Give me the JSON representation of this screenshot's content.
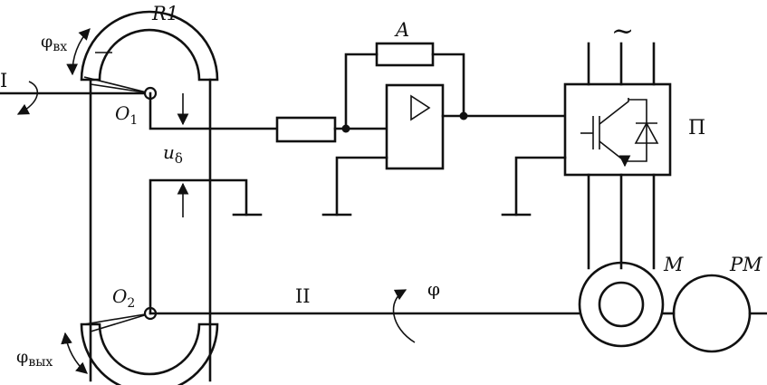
{
  "labels": {
    "r1": "R1",
    "a": "A",
    "ac": "~",
    "p": "П",
    "m": "M",
    "pm": "PM",
    "o1": "O",
    "o1_sub": "1",
    "o2": "O",
    "o2_sub": "2",
    "u": "u",
    "u_sub": "δ",
    "phi_in": "φ",
    "phi_in_sub": "вх",
    "phi_out": "φ",
    "phi_out_sub": "вых",
    "shaft_in": "I",
    "shaft_out": "II",
    "phi": "φ"
  }
}
